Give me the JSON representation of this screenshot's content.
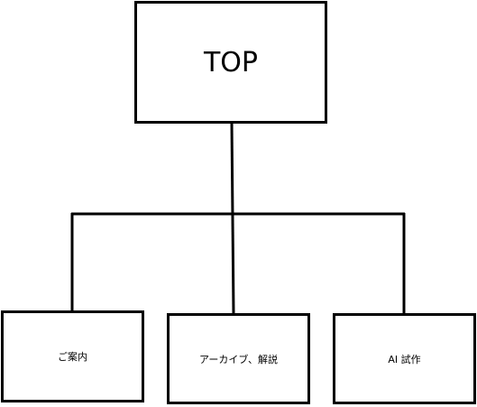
{
  "diagram": {
    "colors": {
      "stroke": "#000000",
      "fill": "#ffffff",
      "text": "#000000"
    },
    "root": {
      "label": "TOP"
    },
    "children": [
      {
        "label": "ご案内"
      },
      {
        "label": "アーカイブ、解説"
      },
      {
        "label": "AI 試作"
      }
    ]
  }
}
